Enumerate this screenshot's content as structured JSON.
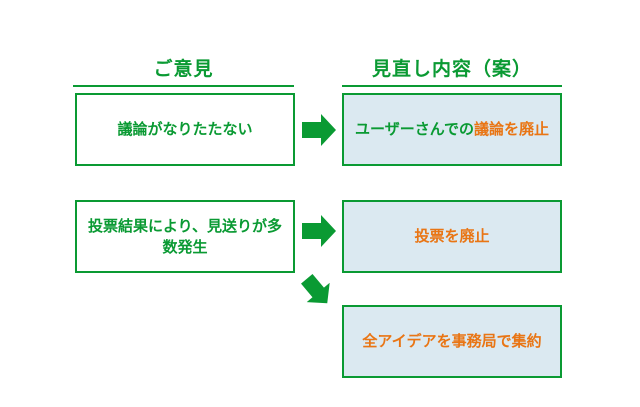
{
  "palette": {
    "green": "#0a9a33",
    "orange": "#e97514",
    "revision_box_fill": "#dbe9f1",
    "background": "#ffffff"
  },
  "headers": {
    "left": "ご意見",
    "right": "見直し内容（案）"
  },
  "boxes": {
    "opinion1": "議論がなりたたない",
    "opinion2": "投票結果により、見送りが多数発生",
    "revision1_prefix": "ユーザーさんでの",
    "revision1_emphasis": "議論を廃止",
    "revision2": "投票を廃止",
    "revision3": "全アイデアを事務局で集約"
  },
  "icons": {
    "arrow_right": "block right arrow",
    "arrow_down_right": "block down-right arrow"
  }
}
